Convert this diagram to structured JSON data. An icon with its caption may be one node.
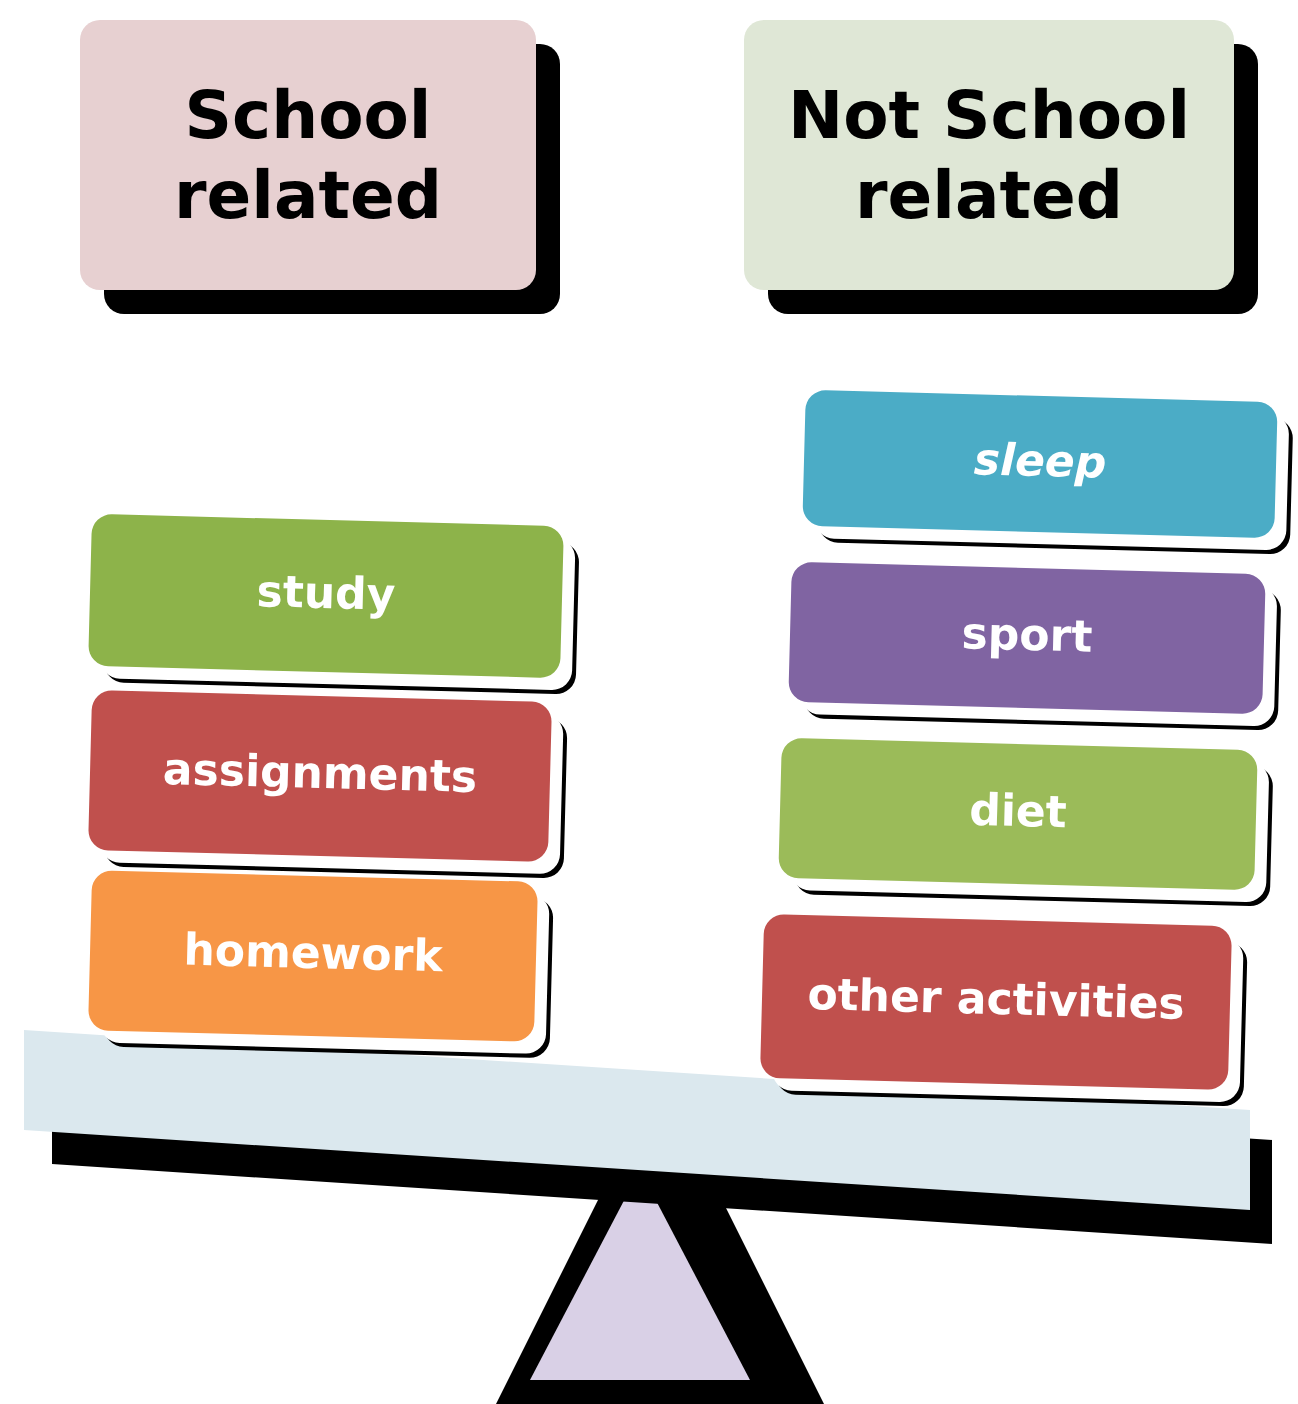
{
  "diagram": {
    "nodes": [
      {
        "text": [
          "School related"
        ]
      },
      {
        "text": [
          "Not School related"
        ]
      },
      {
        "text": [
          "study"
        ]
      },
      {
        "text": [
          "assignments"
        ]
      },
      {
        "text": [
          "homework"
        ]
      },
      {
        "text": [
          "sleep"
        ]
      },
      {
        "text": [
          "sport"
        ]
      },
      {
        "text": [
          "diet"
        ]
      },
      {
        "text": [
          "other activities"
        ]
      }
    ]
  }
}
